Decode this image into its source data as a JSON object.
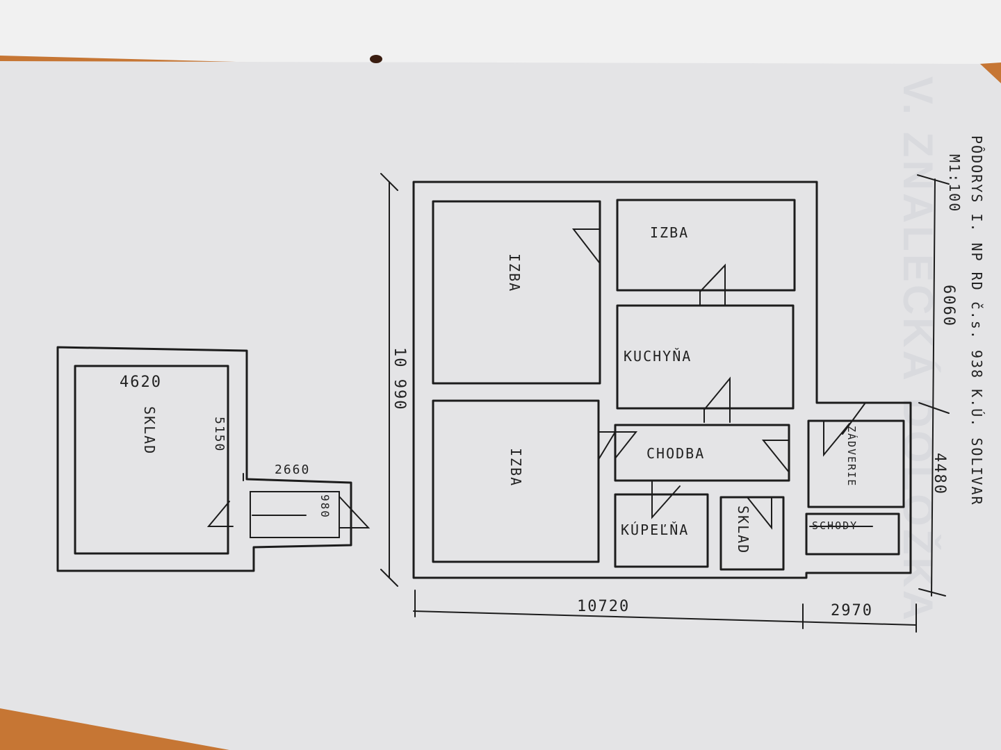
{
  "title": {
    "line1": "PÔDORYS I. NP RD č.s. 938 K.Ú. SOLIVAR",
    "line2": "M1:100"
  },
  "rooms": {
    "izba_top": "IZBA",
    "izba_small": "IZBA",
    "kuchyna": "KUCHYŇA",
    "izba_bottom": "IZBA",
    "chodba": "CHODBA",
    "kupelna": "KÚPEĽŇA",
    "sklad_main": "SKLAD",
    "zadverie": "ZÁDVERIE",
    "schody": "SCHODY",
    "sklad_out": "SKLAD"
  },
  "dimensions": {
    "total_width": "10 990",
    "height_main": "10720",
    "height_ext": "2970",
    "right_upper": "6060",
    "right_lower": "4480",
    "out_width": "4620",
    "out_height": "5150",
    "passage_len": "2660",
    "passage_w": "980"
  },
  "watermark": "V. ZNALECKÁ DOLOŽKA"
}
